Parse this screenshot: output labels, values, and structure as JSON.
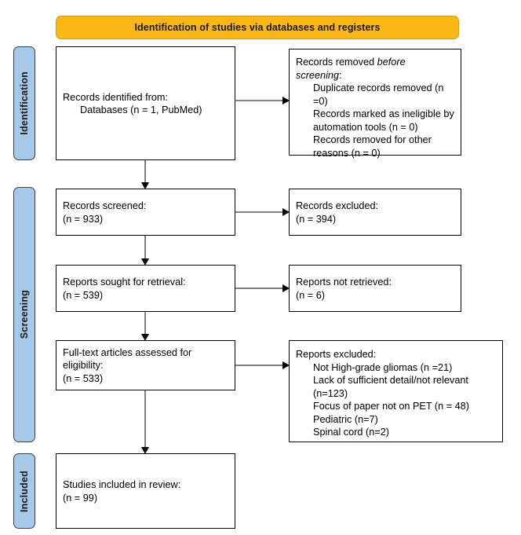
{
  "banner": {
    "title": "Identification of studies via databases and registers",
    "color": "#f9b615"
  },
  "stages": [
    {
      "label": "Identification",
      "color": "#a6c9ea"
    },
    {
      "label": "Screening",
      "color": "#a6c9ea"
    },
    {
      "label": "Included",
      "color": "#a6c9ea"
    }
  ],
  "boxes": {
    "identified": {
      "line1": "Records identified from:",
      "line2": "Databases (n = 1, PubMed)"
    },
    "removed_before": {
      "line1a": "Records removed ",
      "line1b": "before",
      "line2a": "screening",
      "line2b": ":",
      "item1": "Duplicate records removed (n =0)",
      "item2": "Records marked as ineligible by automation tools (n = 0)",
      "item3": "Records removed for other reasons (n = 0)"
    },
    "screened": {
      "line1": "Records screened:",
      "line2": "(n = 933)"
    },
    "excluded": {
      "line1": "Records excluded:",
      "line2": "(n = 394)"
    },
    "sought": {
      "line1": "Reports sought for retrieval:",
      "line2": "(n = 539)"
    },
    "not_retrieved": {
      "line1": "Reports not retrieved:",
      "line2": "(n = 6)"
    },
    "assessed": {
      "line1": "Full-text articles assessed for",
      "line2": "eligibility:",
      "line3": "(n = 533)"
    },
    "reports_excluded": {
      "line1": "Reports excluded:",
      "item1": "Not High-grade gliomas (n =21)",
      "item2": "Lack of sufficient detail/not relevant (n=123)",
      "item3": "Focus of paper not on PET (n = 48)",
      "item4": "Pediatric (n=7)",
      "item5": "Spinal cord (n=2)"
    },
    "included": {
      "line1": "Studies included in review:",
      "line2": "(n = 99)"
    }
  }
}
